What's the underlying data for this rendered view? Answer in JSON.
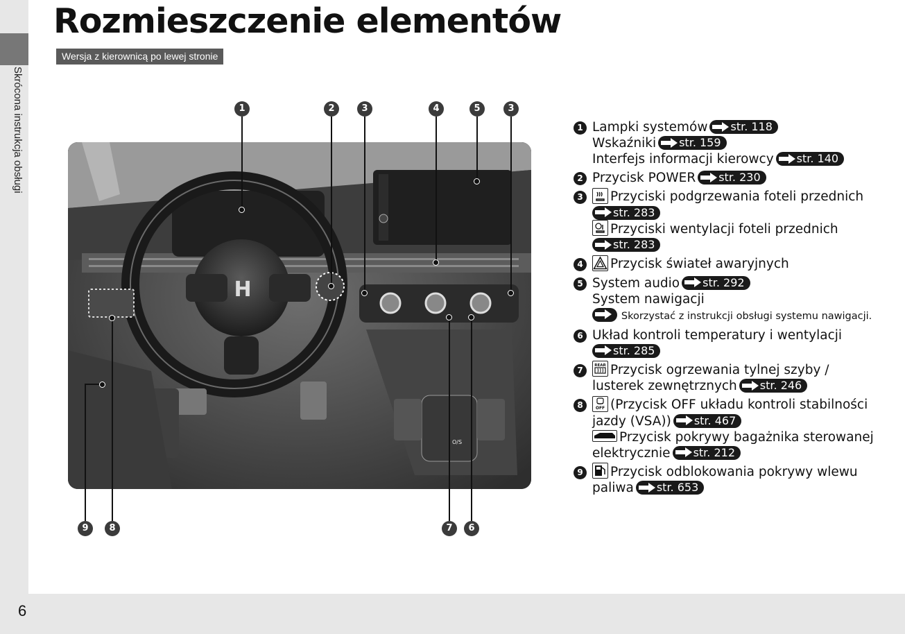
{
  "page": {
    "title": "Rozmieszczenie elementów",
    "version_tag": "Wersja z kierownicą po lewej stronie",
    "side_label": "Skrócona instrukcja obsługi",
    "page_number": "6"
  },
  "callouts": {
    "top": [
      "1",
      "2",
      "3",
      "4",
      "5",
      "3"
    ],
    "bottom": [
      "9",
      "8",
      "7",
      "6"
    ]
  },
  "legend": {
    "item1": {
      "num": "1",
      "l1": "Lampki systemów",
      "r1": "str. 118",
      "l2": "Wskaźniki",
      "r2": "str. 159",
      "l3": "Interfejs informacji kierowcy",
      "r3": "str. 140"
    },
    "item2": {
      "num": "2",
      "l1": "Przycisk POWER",
      "r1": "str. 230"
    },
    "item3": {
      "num": "3",
      "l1": "Przyciski podgrzewania foteli przednich",
      "r1": "str. 283",
      "l2": "Przyciski wentylacji foteli przednich",
      "r2": "str. 283"
    },
    "item4": {
      "num": "4",
      "l1": "Przycisk świateł awaryjnych"
    },
    "item5": {
      "num": "5",
      "l1": "System audio",
      "r1": "str. 292",
      "l2": "System nawigacji",
      "note": "Skorzystać z instrukcji obsługi systemu nawigacji."
    },
    "item6": {
      "num": "6",
      "l1": "Układ kontroli temperatury i wentylacji",
      "r1": "str. 285"
    },
    "item7": {
      "num": "7",
      "l1": "Przycisk ogrzewania tylnej szyby /",
      "l2": "lusterek zewnętrznych",
      "r1": "str. 246",
      "icon_text": "REAR"
    },
    "item8": {
      "num": "8",
      "l1": "(Przycisk OFF układu kontroli stabilności",
      "l2": "jazdy (VSA))",
      "r1": "str. 467",
      "l3": "Przycisk pokrywy bagażnika sterowanej",
      "l4": "elektrycznie",
      "r2": "str. 212",
      "icon_text": "OFF"
    },
    "item9": {
      "num": "9",
      "l1": "Przycisk odblokowania pokrywy wlewu",
      "l2": "paliwa",
      "r1": "str. 653"
    }
  },
  "dashboard": {
    "logo": "H",
    "button_label": "O/S"
  },
  "colors": {
    "tag_bg": "#5a5a5a",
    "callout_bg": "#3b3b3b",
    "ref_bg": "#1a1a1a",
    "side_tab": "#777777"
  }
}
